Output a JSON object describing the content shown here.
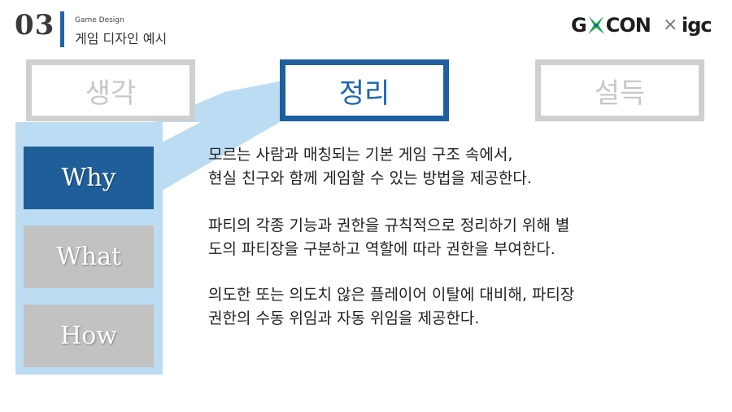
{
  "header": {
    "section_number": "03",
    "subtitle": "Game Design",
    "title": "게임 디자인 예시"
  },
  "logos": {
    "left": "G CON",
    "separator": "×",
    "right": "igc"
  },
  "steps": [
    {
      "label": "생각",
      "active": false
    },
    {
      "label": "정리",
      "active": true
    },
    {
      "label": "설득",
      "active": false
    }
  ],
  "nav": [
    {
      "label": "Why",
      "active": true
    },
    {
      "label": "What",
      "active": false
    },
    {
      "label": "How",
      "active": false
    }
  ],
  "paragraphs": [
    "모르는 사람과 매칭되는 기본 게임 구조 속에서,\n현실 친구와 함께 게임할 수 있는 방법을 제공한다.",
    "파티의 각종 기능과 권한을 규칙적으로 정리하기 위해 별\n도의 파티장을 구분하고 역할에 따라 권한을 부여한다.",
    "의도한 또는 의도치 않은 플레이어 이탈에 대비해, 파티장\n권한의 수동 위임과 자동 위임을 제공한다."
  ],
  "colors": {
    "accent": "#1f5f99",
    "panel": "#bcdcf3",
    "inactive": "#c2c2c2"
  }
}
